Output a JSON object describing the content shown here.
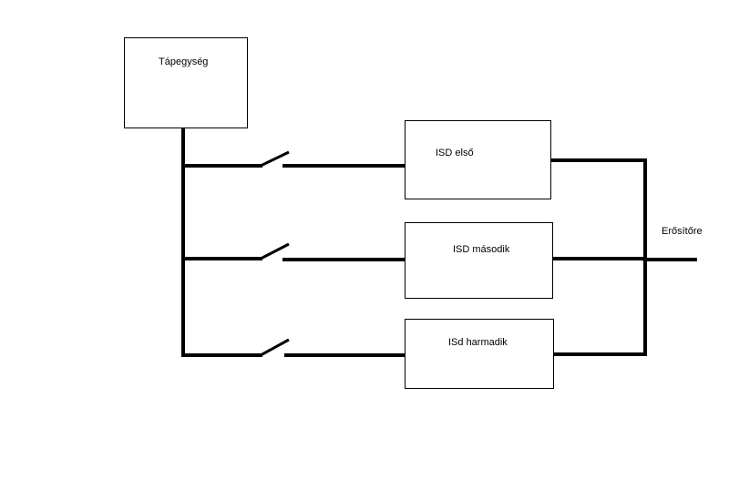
{
  "power_supply": {
    "label": "Tápegység"
  },
  "isd_units": [
    {
      "label": "ISD első"
    },
    {
      "label": "ISD második"
    },
    {
      "label": "ISd harmadik"
    }
  ],
  "output": {
    "label": "Erősítőre"
  },
  "colors": {
    "line": "#000000",
    "background": "#ffffff"
  }
}
